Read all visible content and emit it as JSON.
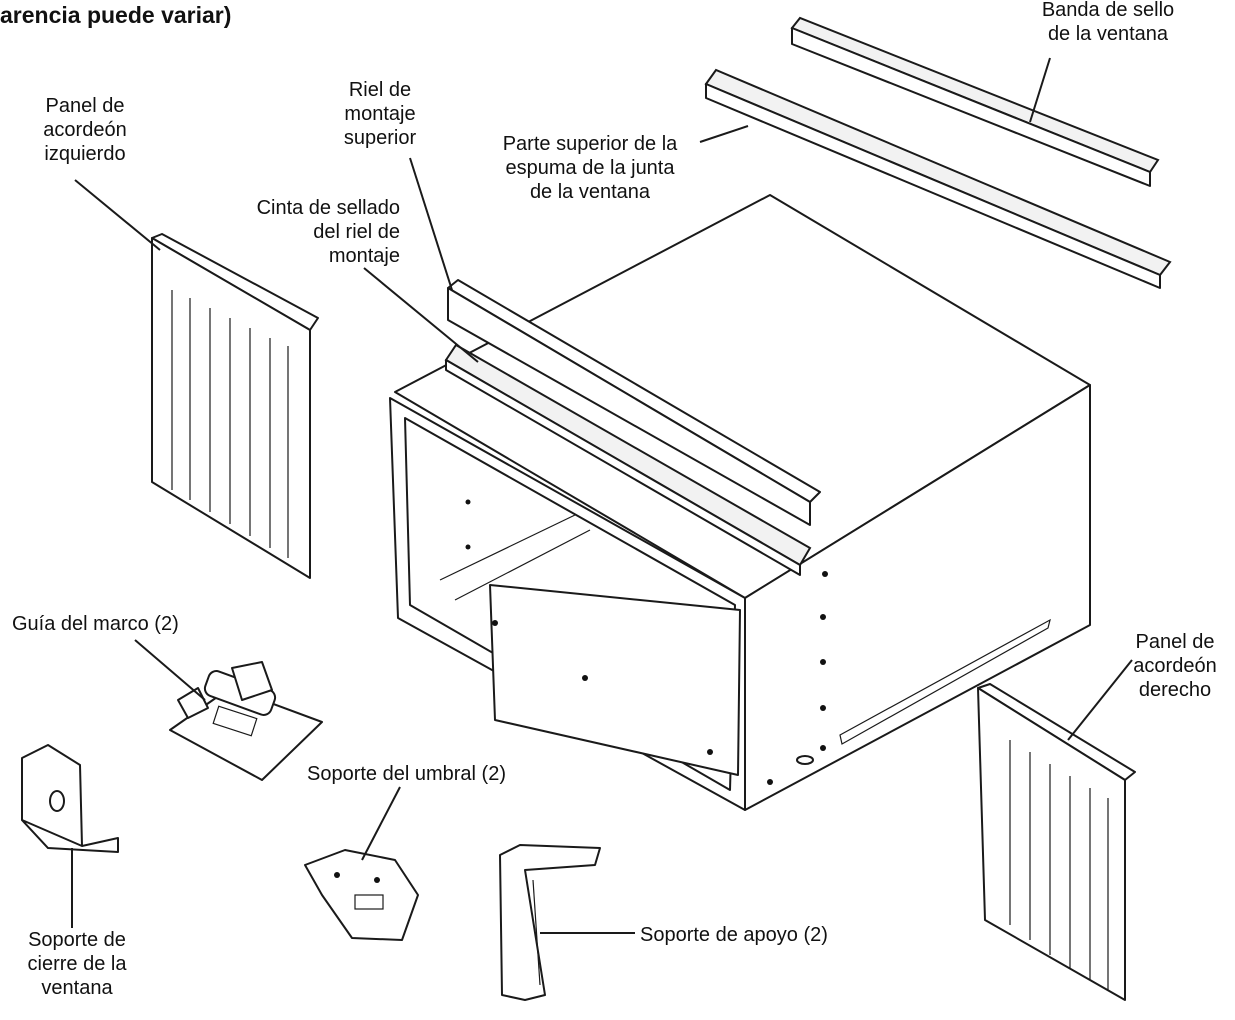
{
  "title": "arencia puede variar)",
  "labels": {
    "banda_sello": "Banda de sello\nde la ventana",
    "espuma_superior": "Parte superior de la\nespuma de la junta\nde la ventana",
    "riel_superior": "Riel de\nmontaje\nsuperior",
    "cinta_sellado": "Cinta de sellado\ndel riel de\nmontaje",
    "panel_izquierdo": "Panel de\nacordeón\nizquierdo",
    "guia_marco": "Guía del marco (2)",
    "panel_derecho": "Panel de\nacordeón\nderecho",
    "soporte_umbral": "Soporte del umbral (2)",
    "soporte_apoyo": "Soporte de apoyo (2)",
    "soporte_cierre": "Soporte de\ncierre de la\nventana"
  }
}
